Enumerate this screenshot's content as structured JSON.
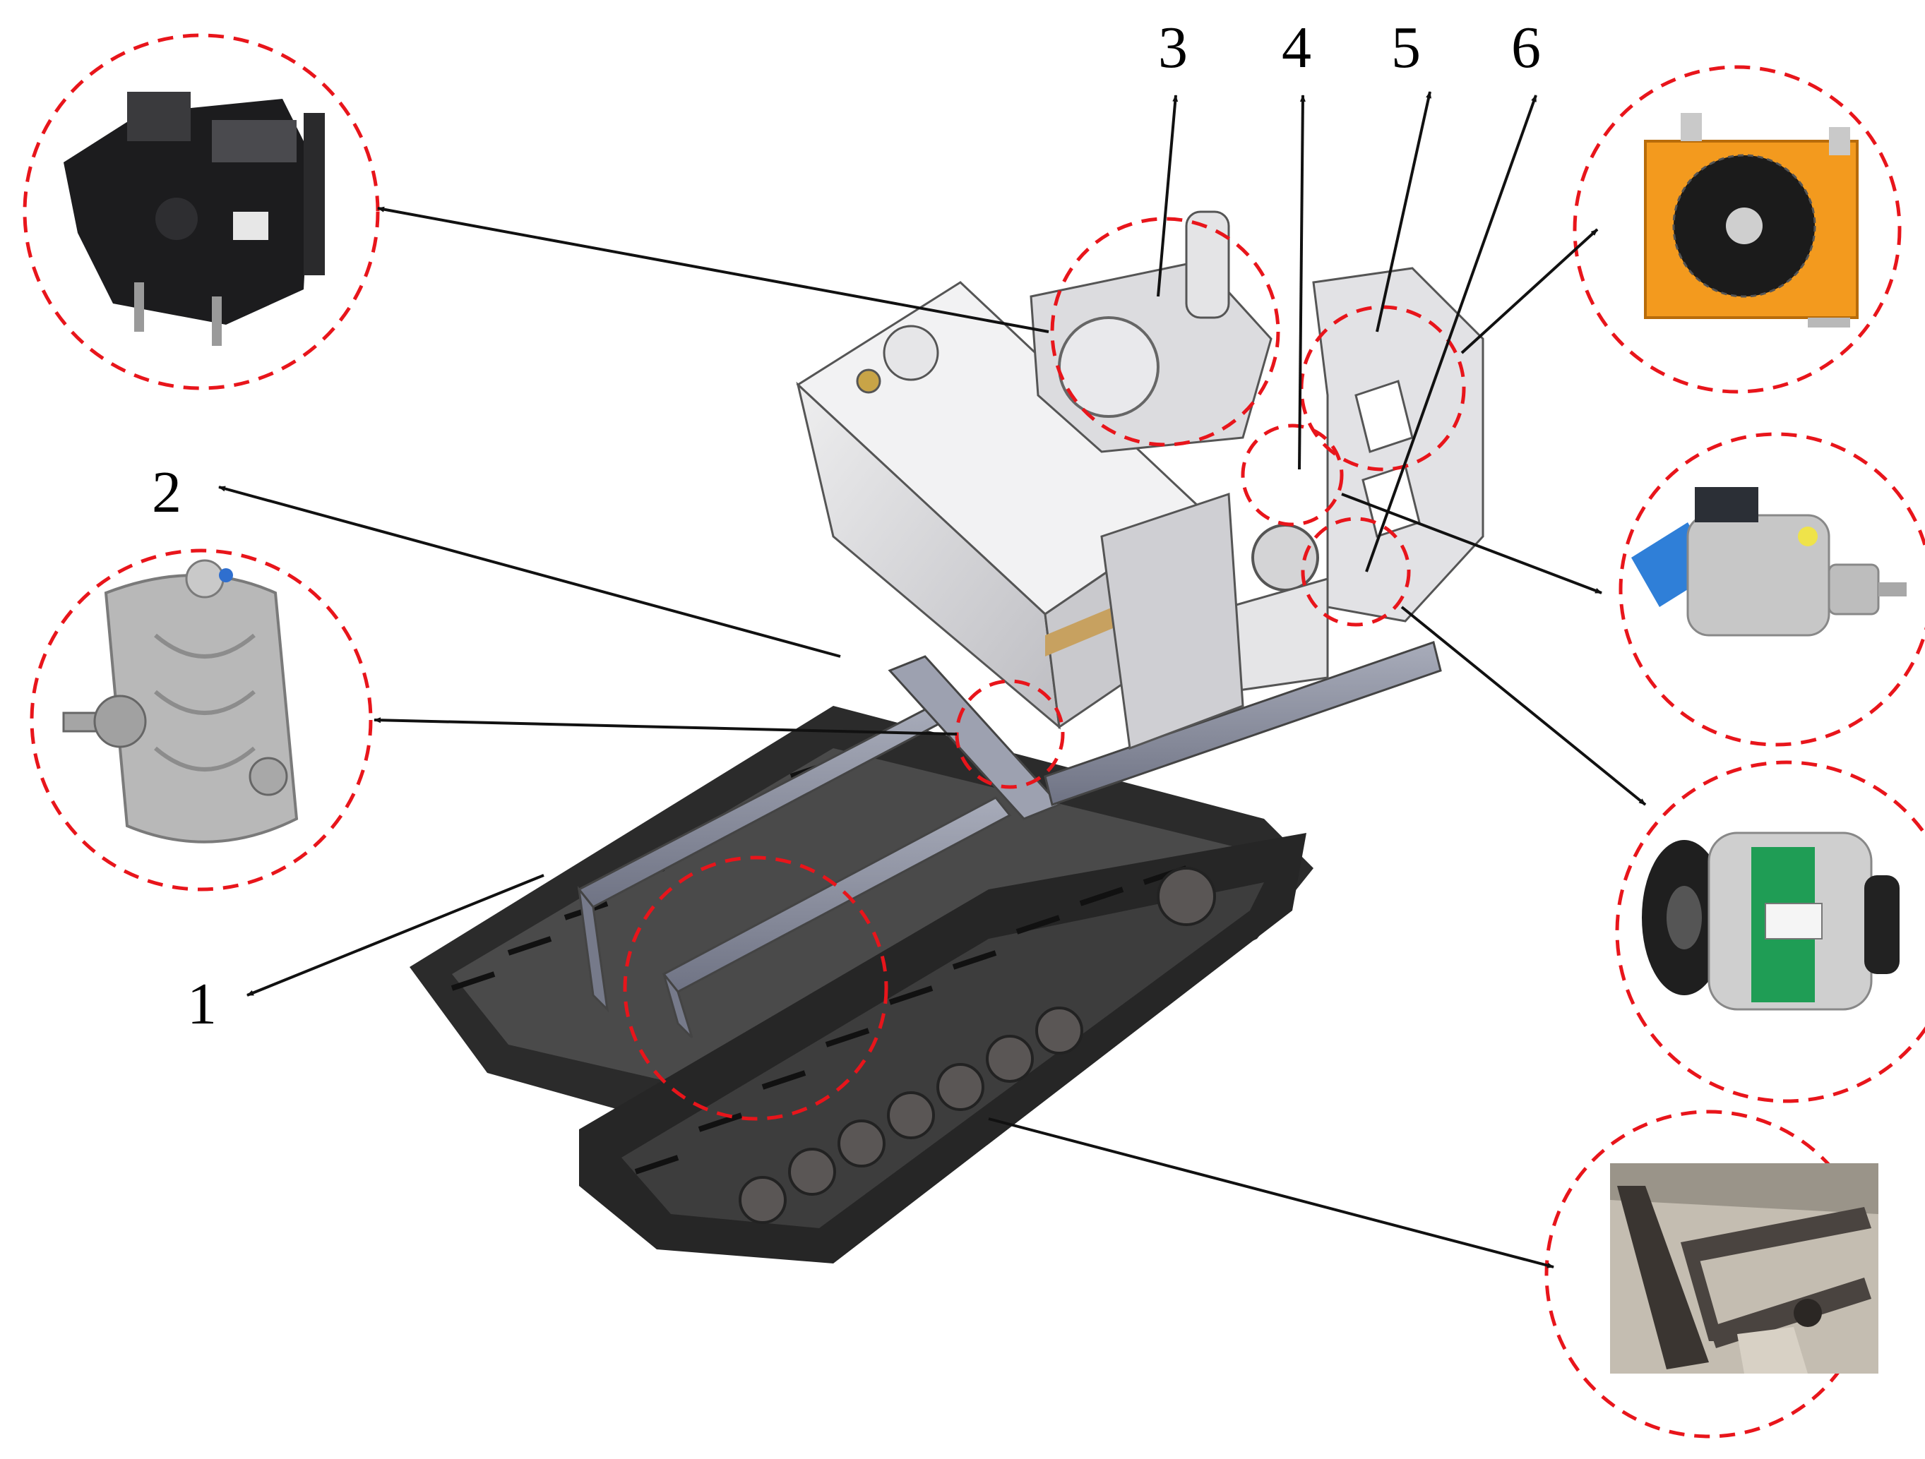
{
  "labels": {
    "l1": "1",
    "l2": "2",
    "l3": "3",
    "l4": "4",
    "l5": "5",
    "l6": "6"
  },
  "colors": {
    "ring": "#e8151b",
    "track": "#2b2b2b",
    "frame": "#8a8e9c",
    "body": "#d9d9db",
    "radiator_orange": "#f39a1e",
    "pump_blue": "#2f7fd8",
    "alternator_green": "#1f9d55"
  },
  "components": [
    {
      "id": "engine-photo",
      "icon": "diesel-engine"
    },
    {
      "id": "gearbox-photo",
      "icon": "gearbox"
    },
    {
      "id": "radiator-photo",
      "icon": "oil-cooler-fan"
    },
    {
      "id": "pump-photo",
      "icon": "hydraulic-pump"
    },
    {
      "id": "alternator-photo",
      "icon": "alternator"
    },
    {
      "id": "chassis-photo",
      "icon": "crawler-chassis-photo"
    }
  ]
}
